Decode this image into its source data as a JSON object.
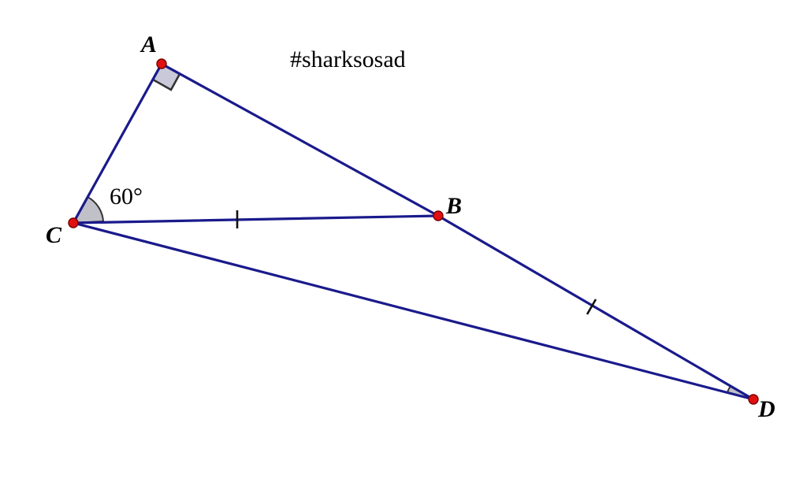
{
  "caption": "#sharksosad",
  "points": {
    "A": "A",
    "B": "B",
    "C": "C",
    "D": "D"
  },
  "angle_C": "60°",
  "colors": {
    "segment": "#1a1a8c",
    "point": "#e01010",
    "angle_fill": "#c9c9d9"
  }
}
